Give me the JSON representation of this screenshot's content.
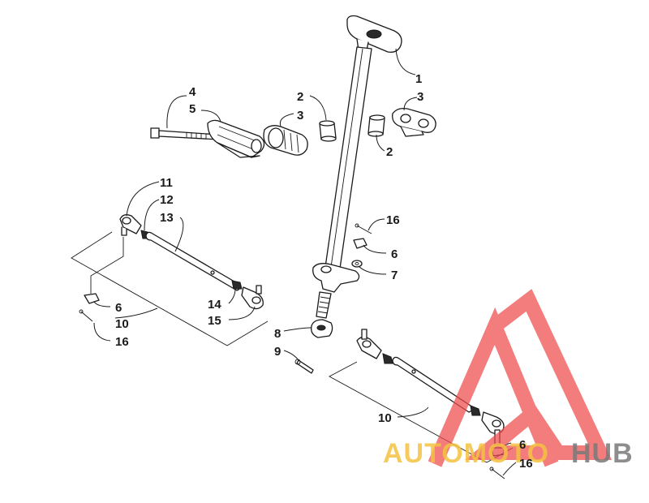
{
  "callouts": {
    "c1": "1",
    "c2a": "2",
    "c2b": "2",
    "c3a": "3",
    "c3b": "3",
    "c4": "4",
    "c5": "5",
    "c6a": "6",
    "c6b": "6",
    "c6c": "6",
    "c7": "7",
    "c8": "8",
    "c9": "9",
    "c10a": "10",
    "c10b": "10",
    "c11": "11",
    "c12": "12",
    "c13": "13",
    "c14": "14",
    "c15": "15",
    "c16a": "16",
    "c16b": "16",
    "c16c": "16"
  },
  "watermark": {
    "word_part1": "AUTOMOTO",
    "word_part2": "HUB",
    "color_primary": "#ef4a4a",
    "color_text1": "#f5c242",
    "color_text2": "#7a7a7a"
  }
}
